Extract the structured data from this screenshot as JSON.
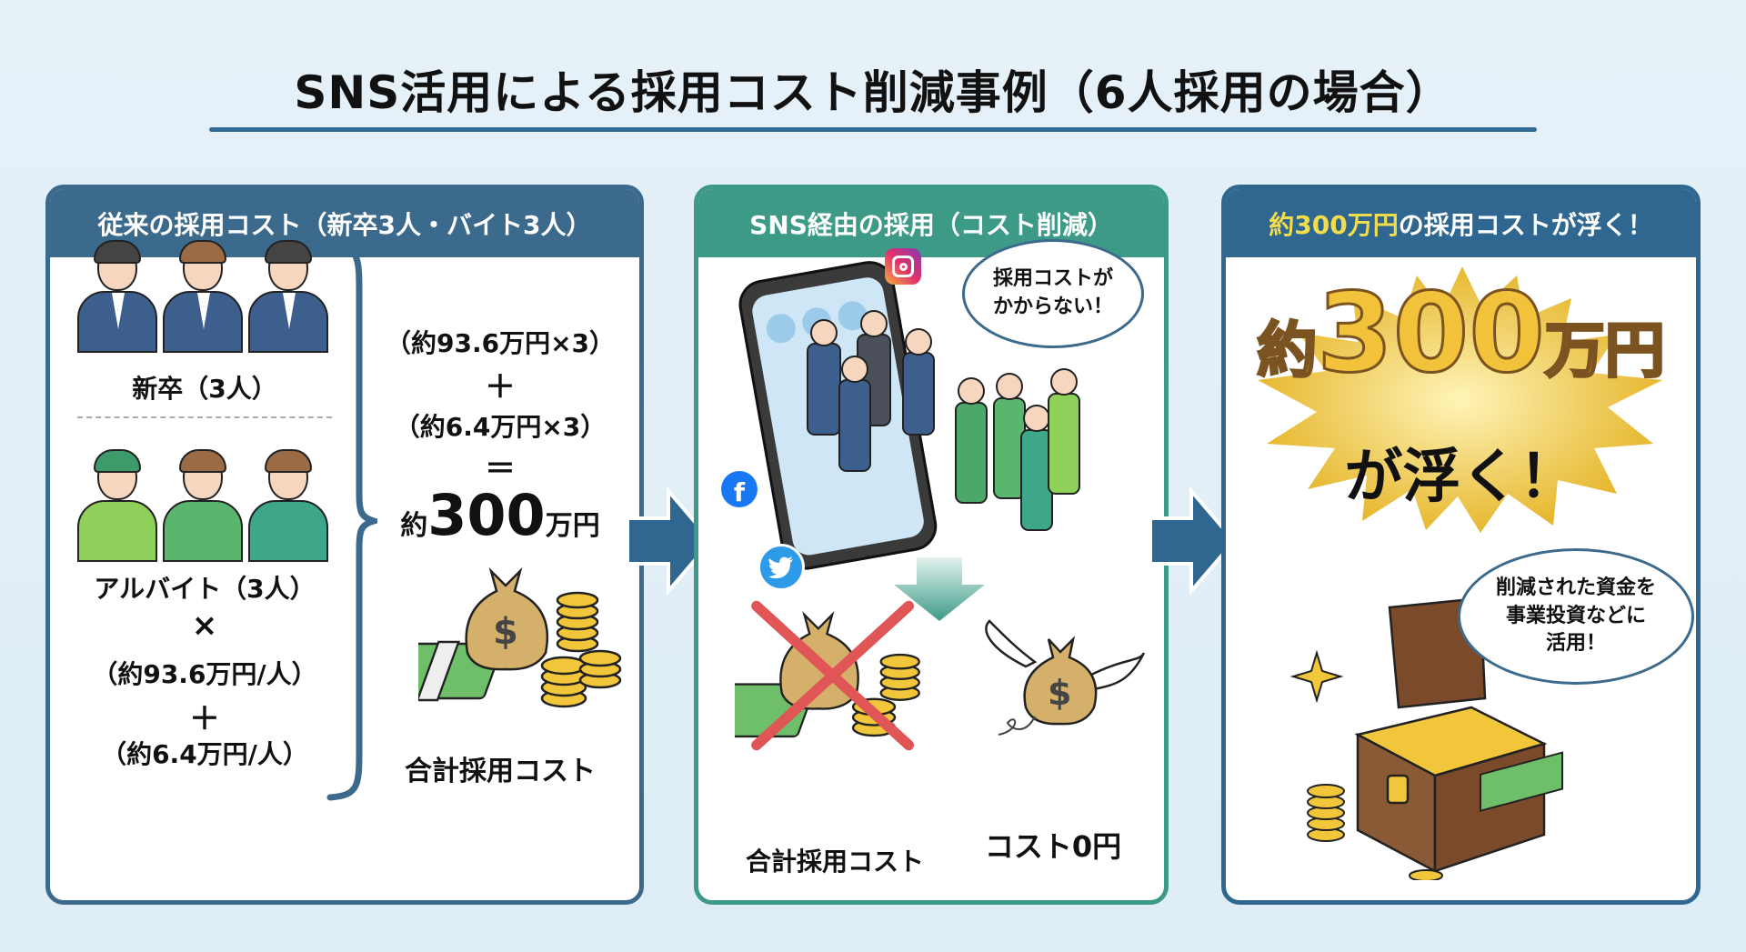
{
  "title": "SNS活用による採用コスト削減事例（6人採用の場合）",
  "colors": {
    "background": "#e3eff7",
    "panel1_header": "#3c6a8c",
    "panel2_header": "#3d9a87",
    "panel3_header": "#2f6791",
    "arrow": "#2f6791",
    "highlight_yellow": "#f3dd4c",
    "gold": "#f2c23a",
    "cross_red": "#e05555"
  },
  "panels": [
    {
      "header": "従来の採用コスト（新卒3人・バイト3人）",
      "group1_label": "新卒（3人）",
      "group2_label": "アルバイト（3人）",
      "times": "×",
      "rate_new_grad": "（約93.6万円/人）",
      "plus": "＋",
      "rate_parttime": "（約6.4万円/人）",
      "calc_line1": "（約93.6万円×3）",
      "calc_plus": "＋",
      "calc_line2": "（約6.4万円×3）",
      "calc_equals": "＝",
      "total_prefix": "約",
      "total_number": "300",
      "total_suffix": "万円",
      "money_caption": "合計採用コスト"
    },
    {
      "header": "SNS経由の採用（コスト削減）",
      "speech_line1": "採用コストが",
      "speech_line2": "かからない！",
      "crossed_caption": "合計採用コスト",
      "zero_caption": "コスト0円",
      "social_icons": [
        "instagram-icon",
        "facebook-icon",
        "twitter-icon"
      ]
    },
    {
      "header_highlight": "約300万円",
      "header_rest": "の採用コストが浮く！",
      "burst_prefix": "約",
      "burst_number": "300",
      "burst_suffix": "万円",
      "burst_line2": "が浮く！",
      "speech_line1": "削減された資金を",
      "speech_line2": "事業投資などに",
      "speech_line3": "活用！"
    }
  ]
}
